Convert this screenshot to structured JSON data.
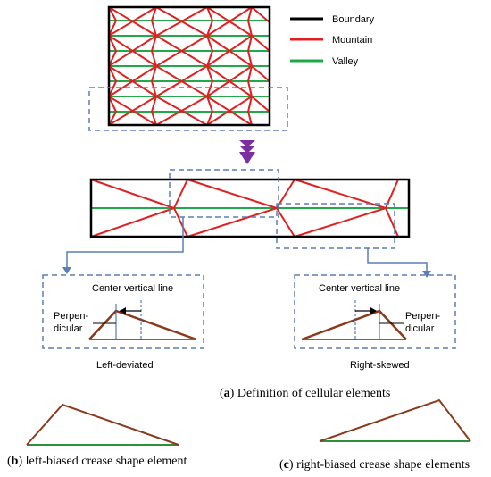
{
  "legend": {
    "items": [
      {
        "label": "Boundary",
        "color": "#000000"
      },
      {
        "label": "Mountain",
        "color": "#e02020"
      },
      {
        "label": "Valley",
        "color": "#20a84a"
      }
    ]
  },
  "detail_left": {
    "center_label": "Center vertical line",
    "perp_line1": "Perpen-",
    "perp_line2": "dicular",
    "caption": "Left-deviated"
  },
  "detail_right": {
    "center_label": "Center vertical line",
    "perp_line1": "Perpen-",
    "perp_line2": "dicular",
    "caption": "Right-skewed"
  },
  "caption_a": {
    "letter": "a",
    "text": "Definition of cellular elements"
  },
  "caption_b": {
    "letter": "b",
    "text": "left-biased crease shape element"
  },
  "caption_c": {
    "letter": "c",
    "text": "right-biased crease shape elements"
  },
  "colors": {
    "boundary": "#000000",
    "mountain": "#e02020",
    "valley": "#20a84a",
    "dashed_box": "#5a7fb5",
    "arrow_purple": "#7b2fa0",
    "element_edge": "#8a3a1a",
    "element_base": "#2c8f3c"
  }
}
